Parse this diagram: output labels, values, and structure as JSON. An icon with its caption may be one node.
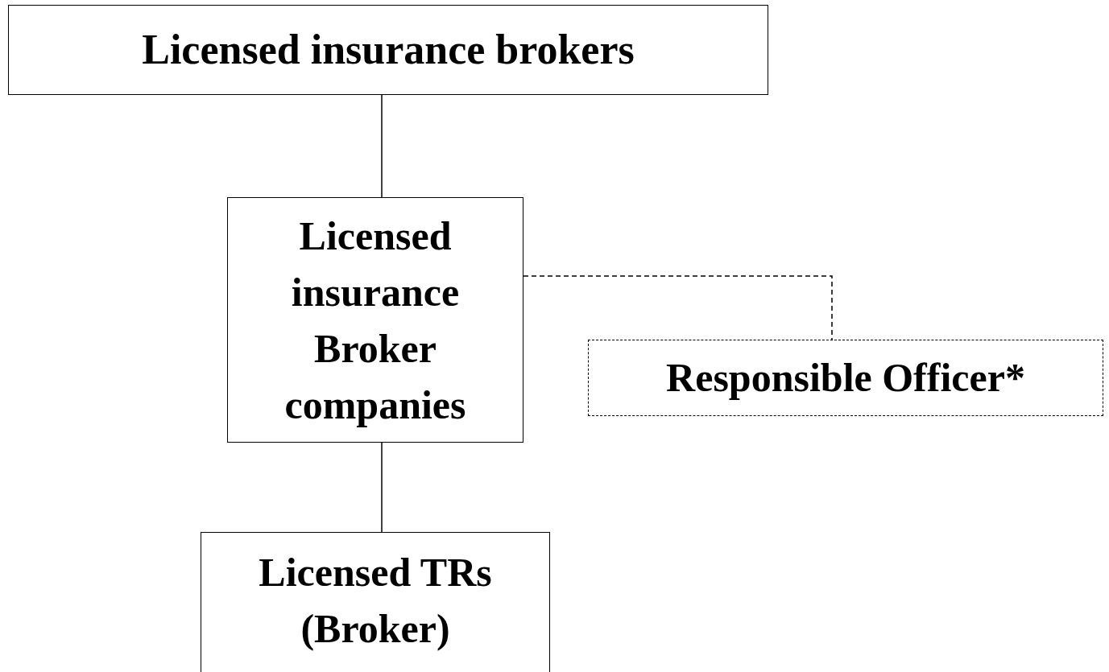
{
  "diagram": {
    "nodes": [
      {
        "text": [
          "Licensed insurance brokers"
        ]
      },
      {
        "text": [
          "Licensed insurance Broker companies"
        ]
      },
      {
        "text": [
          "Responsible Officer*"
        ]
      },
      {
        "text": [
          "Licensed TRs (Broker)"
        ]
      }
    ],
    "edges": [
      {
        "from": 0,
        "to": 1,
        "arrow": "none"
      },
      {
        "from": 1,
        "to": 2,
        "arrow": "none",
        "style": "dashed"
      },
      {
        "from": 1,
        "to": 3,
        "arrow": "none"
      }
    ]
  }
}
